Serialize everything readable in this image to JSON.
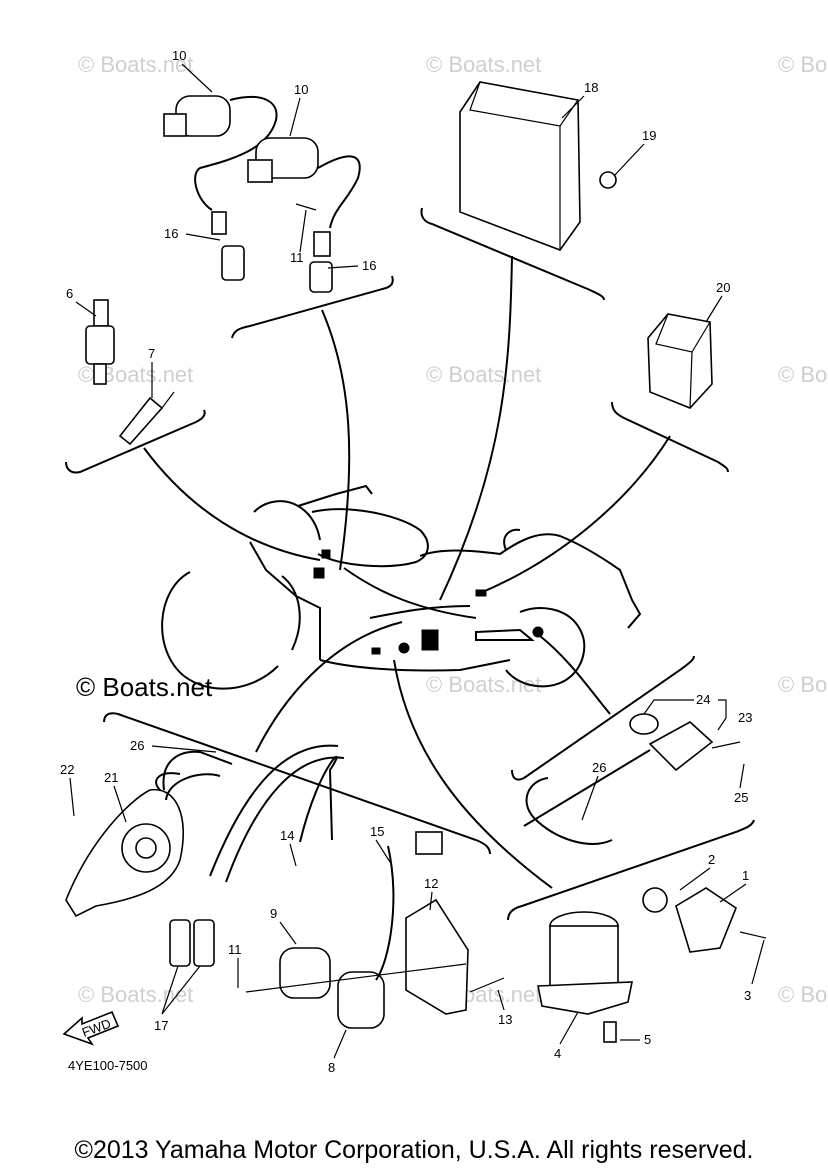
{
  "diagram": {
    "part_labels": [
      "10",
      "10",
      "18",
      "19",
      "16",
      "11",
      "16",
      "6",
      "7",
      "20",
      "24",
      "23",
      "26",
      "25",
      "22",
      "21",
      "26",
      "14",
      "15",
      "12",
      "9",
      "2",
      "1",
      "11",
      "13",
      "3",
      "5",
      "17",
      "4",
      "8"
    ],
    "watermarks": [
      "© Boats.net",
      "© Boats.net",
      "© Bo",
      "© Boats.net",
      "© Boats.net",
      "© Bo",
      "© Boats.net",
      "© Boats.net",
      "© Bo",
      "© Boats.net",
      "© Boats.net",
      "© Bo"
    ],
    "watermark_main": "© Boats.net",
    "fwd_label": "FWD",
    "diagram_code": "4YE100-7500",
    "copyright": "©2013 Yamaha Motor Corporation, U.S.A. All rights reserved."
  }
}
